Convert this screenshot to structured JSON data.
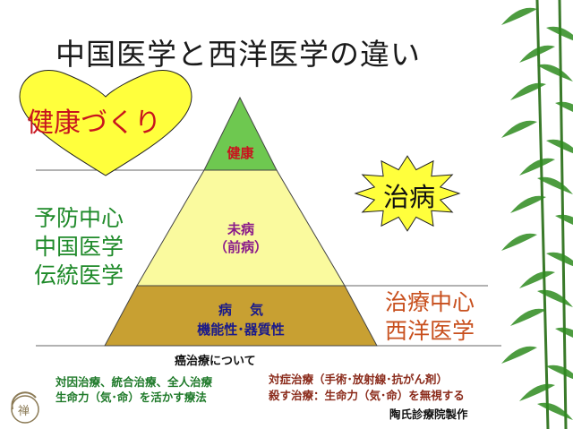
{
  "title": "中国医学と西洋医学の違い",
  "heart": {
    "text": "健康づくり"
  },
  "left_labels": [
    "予防中心",
    "中国医学",
    "伝統医学"
  ],
  "right_labels": [
    "治療中心",
    "西洋医学"
  ],
  "starburst": {
    "text": "治病"
  },
  "pyramid": {
    "top": [
      "健康"
    ],
    "middle": [
      "未病",
      "（前病）"
    ],
    "bottom": [
      "病　 気",
      "機能性･器質性"
    ]
  },
  "cancer_label": "癌治療について",
  "left_notes": [
    "対因治療、統合治療、全人治療",
    "生命力（気･命）を活かす療法"
  ],
  "right_notes": [
    "対症治療（手術･放射線･抗がん剤）",
    "殺す治療：生命力（気･命）を無視する"
  ],
  "credit": "陶氏診療院製作",
  "logo": {
    "text": "禅"
  },
  "colors": {
    "pyramid_top": "#6ec850",
    "pyramid_middle": "#fafa9e",
    "pyramid_bottom": "#c8a032",
    "heart_fill": "#ffff3c",
    "starburst_fill": "#ffff3c",
    "bamboo": "#2e8b1e"
  }
}
